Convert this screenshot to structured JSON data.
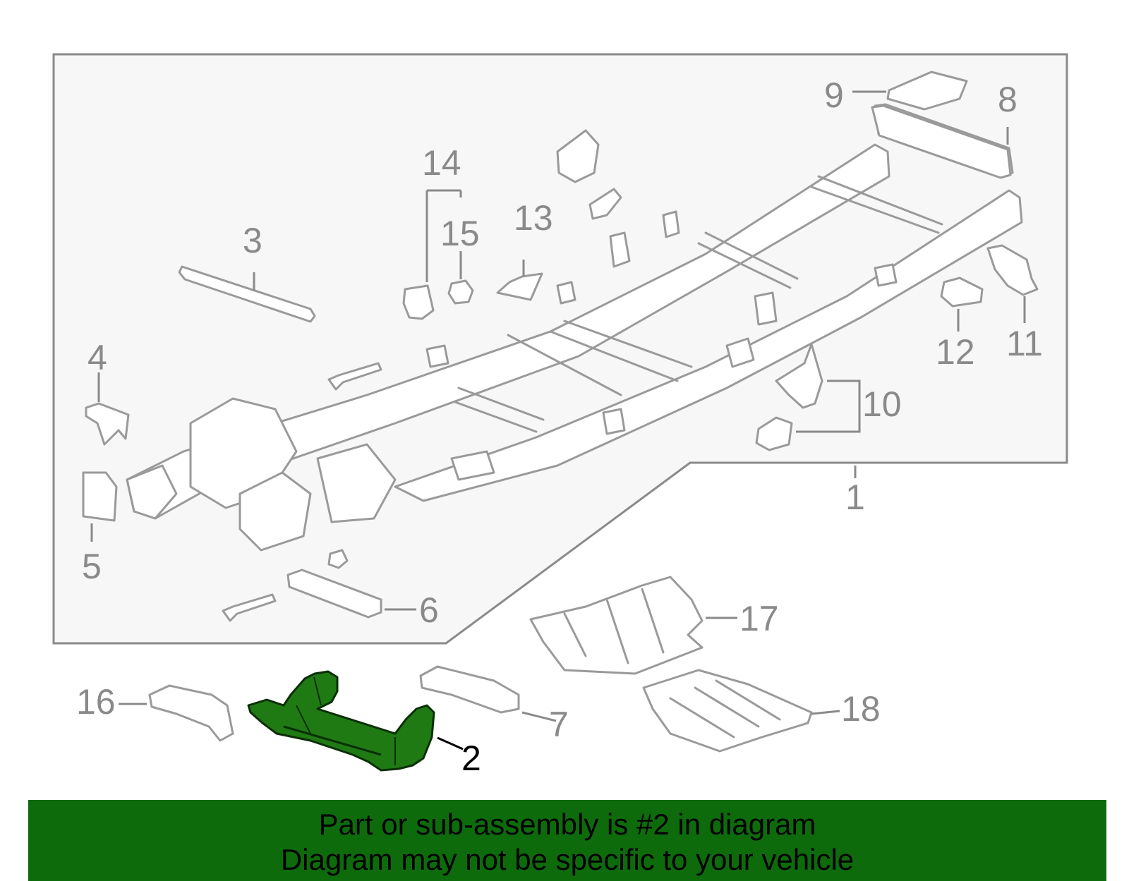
{
  "diagram": {
    "colors": {
      "box_fill": "#f7f7f7",
      "line": "#9a9a9a",
      "highlight_fill": "#1f7a14",
      "banner_bg": "#0e6b0c"
    },
    "callouts": {
      "c1": "1",
      "c2": "2",
      "c3": "3",
      "c4": "4",
      "c5": "5",
      "c6": "6",
      "c7": "7",
      "c8": "8",
      "c9": "9",
      "c10": "10",
      "c11": "11",
      "c12": "12",
      "c13": "13",
      "c14": "14",
      "c15": "15",
      "c16": "16",
      "c17": "17",
      "c18": "18"
    },
    "highlighted_part": "2"
  },
  "banner": {
    "line1": "Part or sub-assembly is #2 in diagram",
    "line2": "Diagram may not be specific to your vehicle"
  }
}
